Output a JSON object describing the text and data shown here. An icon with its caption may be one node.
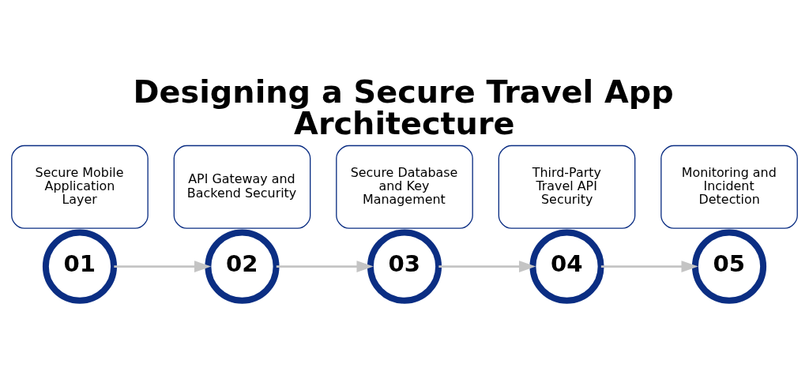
{
  "diagram": {
    "title": "Designing a Secure Travel App Architecture",
    "nodes": [
      {
        "text": [
          "01"
        ]
      },
      {
        "text": [
          "Secure Mobile Application Layer"
        ]
      },
      {
        "text": [
          "02"
        ]
      },
      {
        "text": [
          "API Gateway and Backend Security"
        ]
      },
      {
        "text": [
          "03"
        ]
      },
      {
        "text": [
          "Secure Database and Key Management"
        ]
      },
      {
        "text": [
          "04"
        ]
      },
      {
        "text": [
          "Third-Party Travel API Security"
        ]
      },
      {
        "text": [
          "05"
        ]
      },
      {
        "text": [
          "Monitoring and Incident Detection"
        ]
      }
    ],
    "edges": [
      {
        "from": 0,
        "to": 2,
        "arrow": "to"
      },
      {
        "from": 2,
        "to": 4,
        "arrow": "to"
      },
      {
        "from": 4,
        "to": 6,
        "arrow": "to"
      },
      {
        "from": 6,
        "to": 8,
        "arrow": "to"
      }
    ]
  }
}
